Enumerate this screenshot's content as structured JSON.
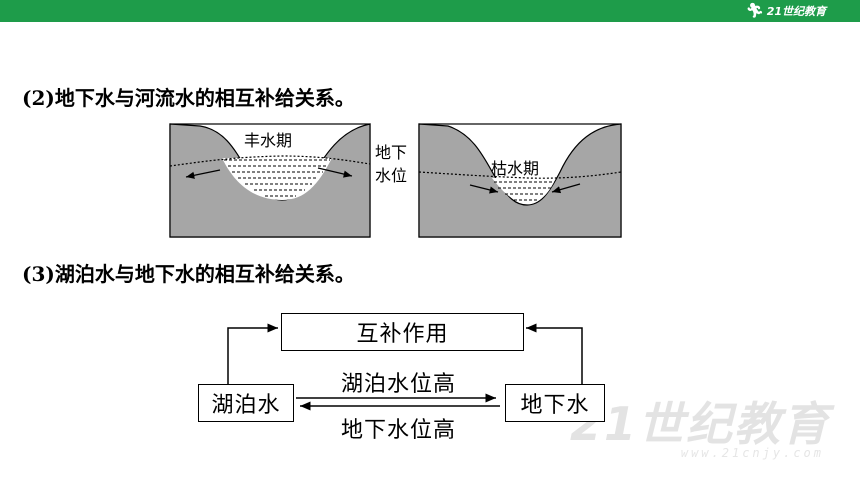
{
  "header": {
    "brand_color": "#1e9c4a",
    "logo_text": "21世纪教育",
    "logo_icon": "runner-icon"
  },
  "section2": {
    "heading": "(2)地下水与河流水的相互补给关系。",
    "left_panel_label": "丰水期",
    "right_panel_label": "枯水期",
    "middle_label_line1": "地下",
    "middle_label_line2": "水位"
  },
  "section3": {
    "heading": "(3)湖泊水与地下水的相互补给关系。",
    "top_box": "互补作用",
    "left_box": "湖泊水",
    "right_box": "地下水",
    "upper_arrow_label": "湖泊水位高",
    "lower_arrow_label": "地下水位高"
  },
  "watermark": {
    "text": "21世纪教育",
    "subtext": "www.21cnjy.com"
  }
}
